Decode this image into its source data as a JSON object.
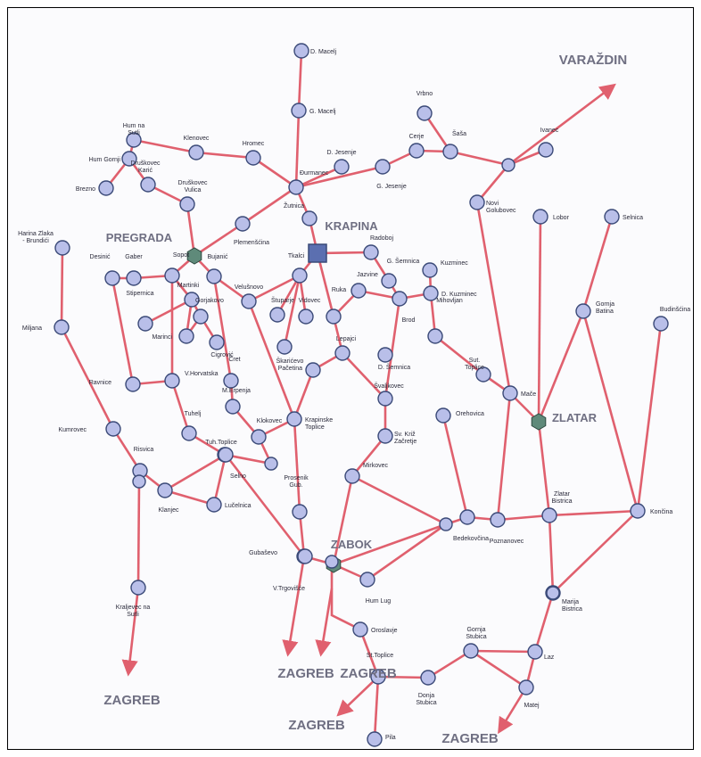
{
  "map": {
    "colors": {
      "road": "#e0606e",
      "node_fill": "#b9bfe9",
      "node_stroke": "#3b4a78",
      "hub_fill": "#5b6fb0",
      "zone_hub": "#5f8a7a"
    },
    "nodes": [
      {
        "id": "d_macelj",
        "label": "D. Macelj",
        "type": "node"
      },
      {
        "id": "g_macelj",
        "label": "G. Macelj",
        "type": "node"
      },
      {
        "id": "hum_na_sutli",
        "label": "Hum na Sutli",
        "type": "node"
      },
      {
        "id": "hum_gornji",
        "label": "Hum Gornji",
        "type": "node"
      },
      {
        "id": "klenovec",
        "label": "Klenovec",
        "type": "node"
      },
      {
        "id": "hromec",
        "label": "Hromec",
        "type": "node"
      },
      {
        "id": "d_jesenje",
        "label": "D. Jesenje",
        "type": "node"
      },
      {
        "id": "brezno",
        "label": "Brezno",
        "type": "node"
      },
      {
        "id": "druskovec_karic",
        "label": "Druškovec Karić",
        "type": "node"
      },
      {
        "id": "druskovec_vulica",
        "label": "Druškovec Vulica",
        "type": "node"
      },
      {
        "id": "durmanec",
        "label": "Đurmanec",
        "type": "node"
      },
      {
        "id": "g_jesenje",
        "label": "G. Jesenje",
        "type": "node"
      },
      {
        "id": "cerje",
        "label": "Cerje",
        "type": "node"
      },
      {
        "id": "vrbno",
        "label": "Vrbno",
        "type": "node"
      },
      {
        "id": "sasa",
        "label": "Šaša",
        "type": "node"
      },
      {
        "id": "ivanec_n",
        "label": "Ivanec",
        "type": "node"
      },
      {
        "id": "ivanec_hub",
        "label": "",
        "type": "node"
      },
      {
        "id": "novi_golubovec",
        "label": "Novi Golubovec",
        "type": "node"
      },
      {
        "id": "zutnica",
        "label": "Žutnica",
        "type": "node"
      },
      {
        "id": "plemensina",
        "label": "Plemenšćina",
        "type": "node"
      },
      {
        "id": "krapina",
        "label": "KRAPINA",
        "type": "hub"
      },
      {
        "id": "radoboj",
        "label": "Radoboj",
        "type": "node"
      },
      {
        "id": "pregrada",
        "label": "PREGRADA",
        "type": "zone"
      },
      {
        "id": "harina_zlaka",
        "label": "Harina Zlaka - Brundići",
        "type": "node"
      },
      {
        "id": "desinic",
        "label": "Desinić",
        "type": "node"
      },
      {
        "id": "gaber",
        "label": "Gaber",
        "type": "node"
      },
      {
        "id": "sopot",
        "label": "Sopot",
        "type": "node"
      },
      {
        "id": "bujanic",
        "label": "Bujanić",
        "type": "node"
      },
      {
        "id": "tkalci",
        "label": "Tkalci",
        "type": "node"
      },
      {
        "id": "g_semnica",
        "label": "G. Šemnica",
        "type": "node"
      },
      {
        "id": "kuzminec",
        "label": "Kuzminec",
        "type": "node"
      },
      {
        "id": "lobor",
        "label": "Lobor",
        "type": "node"
      },
      {
        "id": "selnica",
        "label": "Selnica",
        "type": "node"
      },
      {
        "id": "martinki",
        "label": "Martinki",
        "type": "node"
      },
      {
        "id": "velusnjovo",
        "label": "Velušnovo",
        "type": "node"
      },
      {
        "id": "vidovec",
        "label": "Vidovec",
        "type": "node"
      },
      {
        "id": "jazvine",
        "label": "Jazvine",
        "type": "node"
      },
      {
        "id": "d_kuzminec",
        "label": "D. Kuzminec",
        "type": "node"
      },
      {
        "id": "brod",
        "label": "Brod",
        "type": "node"
      },
      {
        "id": "miljana",
        "label": "Miljana",
        "type": "node"
      },
      {
        "id": "stipernica",
        "label": "Stipernica",
        "type": "node"
      },
      {
        "id": "gorjakovo",
        "label": "Gorjakovo",
        "type": "node"
      },
      {
        "id": "stuparje",
        "label": "Štuparje",
        "type": "node"
      },
      {
        "id": "ruka",
        "label": "Ruka",
        "type": "node"
      },
      {
        "id": "mihovljan",
        "label": "Mihovljan",
        "type": "node"
      },
      {
        "id": "gornja_batina",
        "label": "Gornja Batina",
        "type": "node"
      },
      {
        "id": "budinscina",
        "label": "Budinšćina",
        "type": "node"
      },
      {
        "id": "marinci",
        "label": "Marinci",
        "type": "node"
      },
      {
        "id": "cigrovic",
        "label": "Cigrović",
        "type": "node"
      },
      {
        "id": "skarieko",
        "label": "Škarićevo",
        "type": "node"
      },
      {
        "id": "lepajci",
        "label": "Lepajci",
        "type": "node"
      },
      {
        "id": "pacetina",
        "label": "Pačetina",
        "type": "node"
      },
      {
        "id": "d_semnica",
        "label": "D. Šemnica",
        "type": "node"
      },
      {
        "id": "sut_toplice",
        "label": "Sut. Toplice",
        "type": "node"
      },
      {
        "id": "ravnice",
        "label": "Ravnice",
        "type": "node"
      },
      {
        "id": "v_horvatska",
        "label": "V.Horvatska",
        "type": "node"
      },
      {
        "id": "cret",
        "label": "Čret",
        "type": "node"
      },
      {
        "id": "m_erpenja",
        "label": "M.Erpenja",
        "type": "node"
      },
      {
        "id": "svaljkovec",
        "label": "Švaljkovec",
        "type": "node"
      },
      {
        "id": "mace",
        "label": "Mače",
        "type": "node"
      },
      {
        "id": "orehovica",
        "label": "Orehovica",
        "type": "node"
      },
      {
        "id": "zlatar",
        "label": "ZLATAR",
        "type": "zone"
      },
      {
        "id": "kumrovec",
        "label": "Kumrovec",
        "type": "node"
      },
      {
        "id": "tuhelj",
        "label": "Tuhelj",
        "type": "node"
      },
      {
        "id": "klokovec",
        "label": "Klokovec",
        "type": "node"
      },
      {
        "id": "krapinske_toplice",
        "label": "Krapinske Toplice",
        "type": "node"
      },
      {
        "id": "sv_kriz",
        "label": "Sv. Križ Začretje",
        "type": "node"
      },
      {
        "id": "risvica",
        "label": "Risvica",
        "type": "node"
      },
      {
        "id": "tuh_toplice",
        "label": "Tuh.Toplice",
        "type": "node"
      },
      {
        "id": "selno",
        "label": "Selno",
        "type": "node"
      },
      {
        "id": "selno2",
        "label": "",
        "type": "node"
      },
      {
        "id": "mirkovec",
        "label": "Mirkovec",
        "type": "node"
      },
      {
        "id": "klanjec",
        "label": "Klanjec",
        "type": "node"
      },
      {
        "id": "klanjec_w",
        "label": "",
        "type": "node"
      },
      {
        "id": "lucelnica",
        "label": "Lučelnica",
        "type": "node"
      },
      {
        "id": "prosenik",
        "label": "Prosenik Gub.",
        "type": "node"
      },
      {
        "id": "bedekovcina",
        "label": "Bedekovčina",
        "type": "node"
      },
      {
        "id": "bedek2",
        "label": "",
        "type": "node"
      },
      {
        "id": "poznanovec",
        "label": "Poznanovec",
        "type": "node"
      },
      {
        "id": "zlatar_bistrica",
        "label": "Zlatar Bistrica",
        "type": "node"
      },
      {
        "id": "konscina",
        "label": "Končina",
        "type": "node"
      },
      {
        "id": "gubasevo",
        "label": "Gubaševo",
        "type": "node"
      },
      {
        "id": "zabok",
        "label": "ZABOK",
        "type": "zone"
      },
      {
        "id": "hum_lug",
        "label": "Hum Lug",
        "type": "node"
      },
      {
        "id": "zb_mid",
        "label": "",
        "type": "node"
      },
      {
        "id": "kraljevec",
        "label": "Kraljevec na Sutli",
        "type": "node"
      },
      {
        "id": "v_trgovisce",
        "label": "V.Trgovišće",
        "type": "node"
      },
      {
        "id": "marija_bistrica",
        "label": "Marija Bistrica",
        "type": "node"
      },
      {
        "id": "mb_mid",
        "label": "",
        "type": "node"
      },
      {
        "id": "oroslavje",
        "label": "Oroslavje",
        "type": "node"
      },
      {
        "id": "gornja_stubica",
        "label": "Gornja Stubica",
        "type": "node"
      },
      {
        "id": "laz",
        "label": "Laz",
        "type": "node"
      },
      {
        "id": "st_toplice",
        "label": "St.Toplice",
        "type": "node"
      },
      {
        "id": "donja_stubica",
        "label": "Donja Stubica",
        "type": "node"
      },
      {
        "id": "matej",
        "label": "Matej",
        "type": "node"
      },
      {
        "id": "pila",
        "label": "Pila",
        "type": "node"
      }
    ],
    "destinations": [
      {
        "id": "varazdin",
        "label": "VARAŽDIN"
      },
      {
        "id": "zagreb1",
        "label": "ZAGREB"
      },
      {
        "id": "zagreb2",
        "label": "ZAGREB"
      },
      {
        "id": "zagreb3",
        "label": "ZAGREB"
      },
      {
        "id": "zagreb4",
        "label": "ZAGREB"
      }
    ]
  }
}
